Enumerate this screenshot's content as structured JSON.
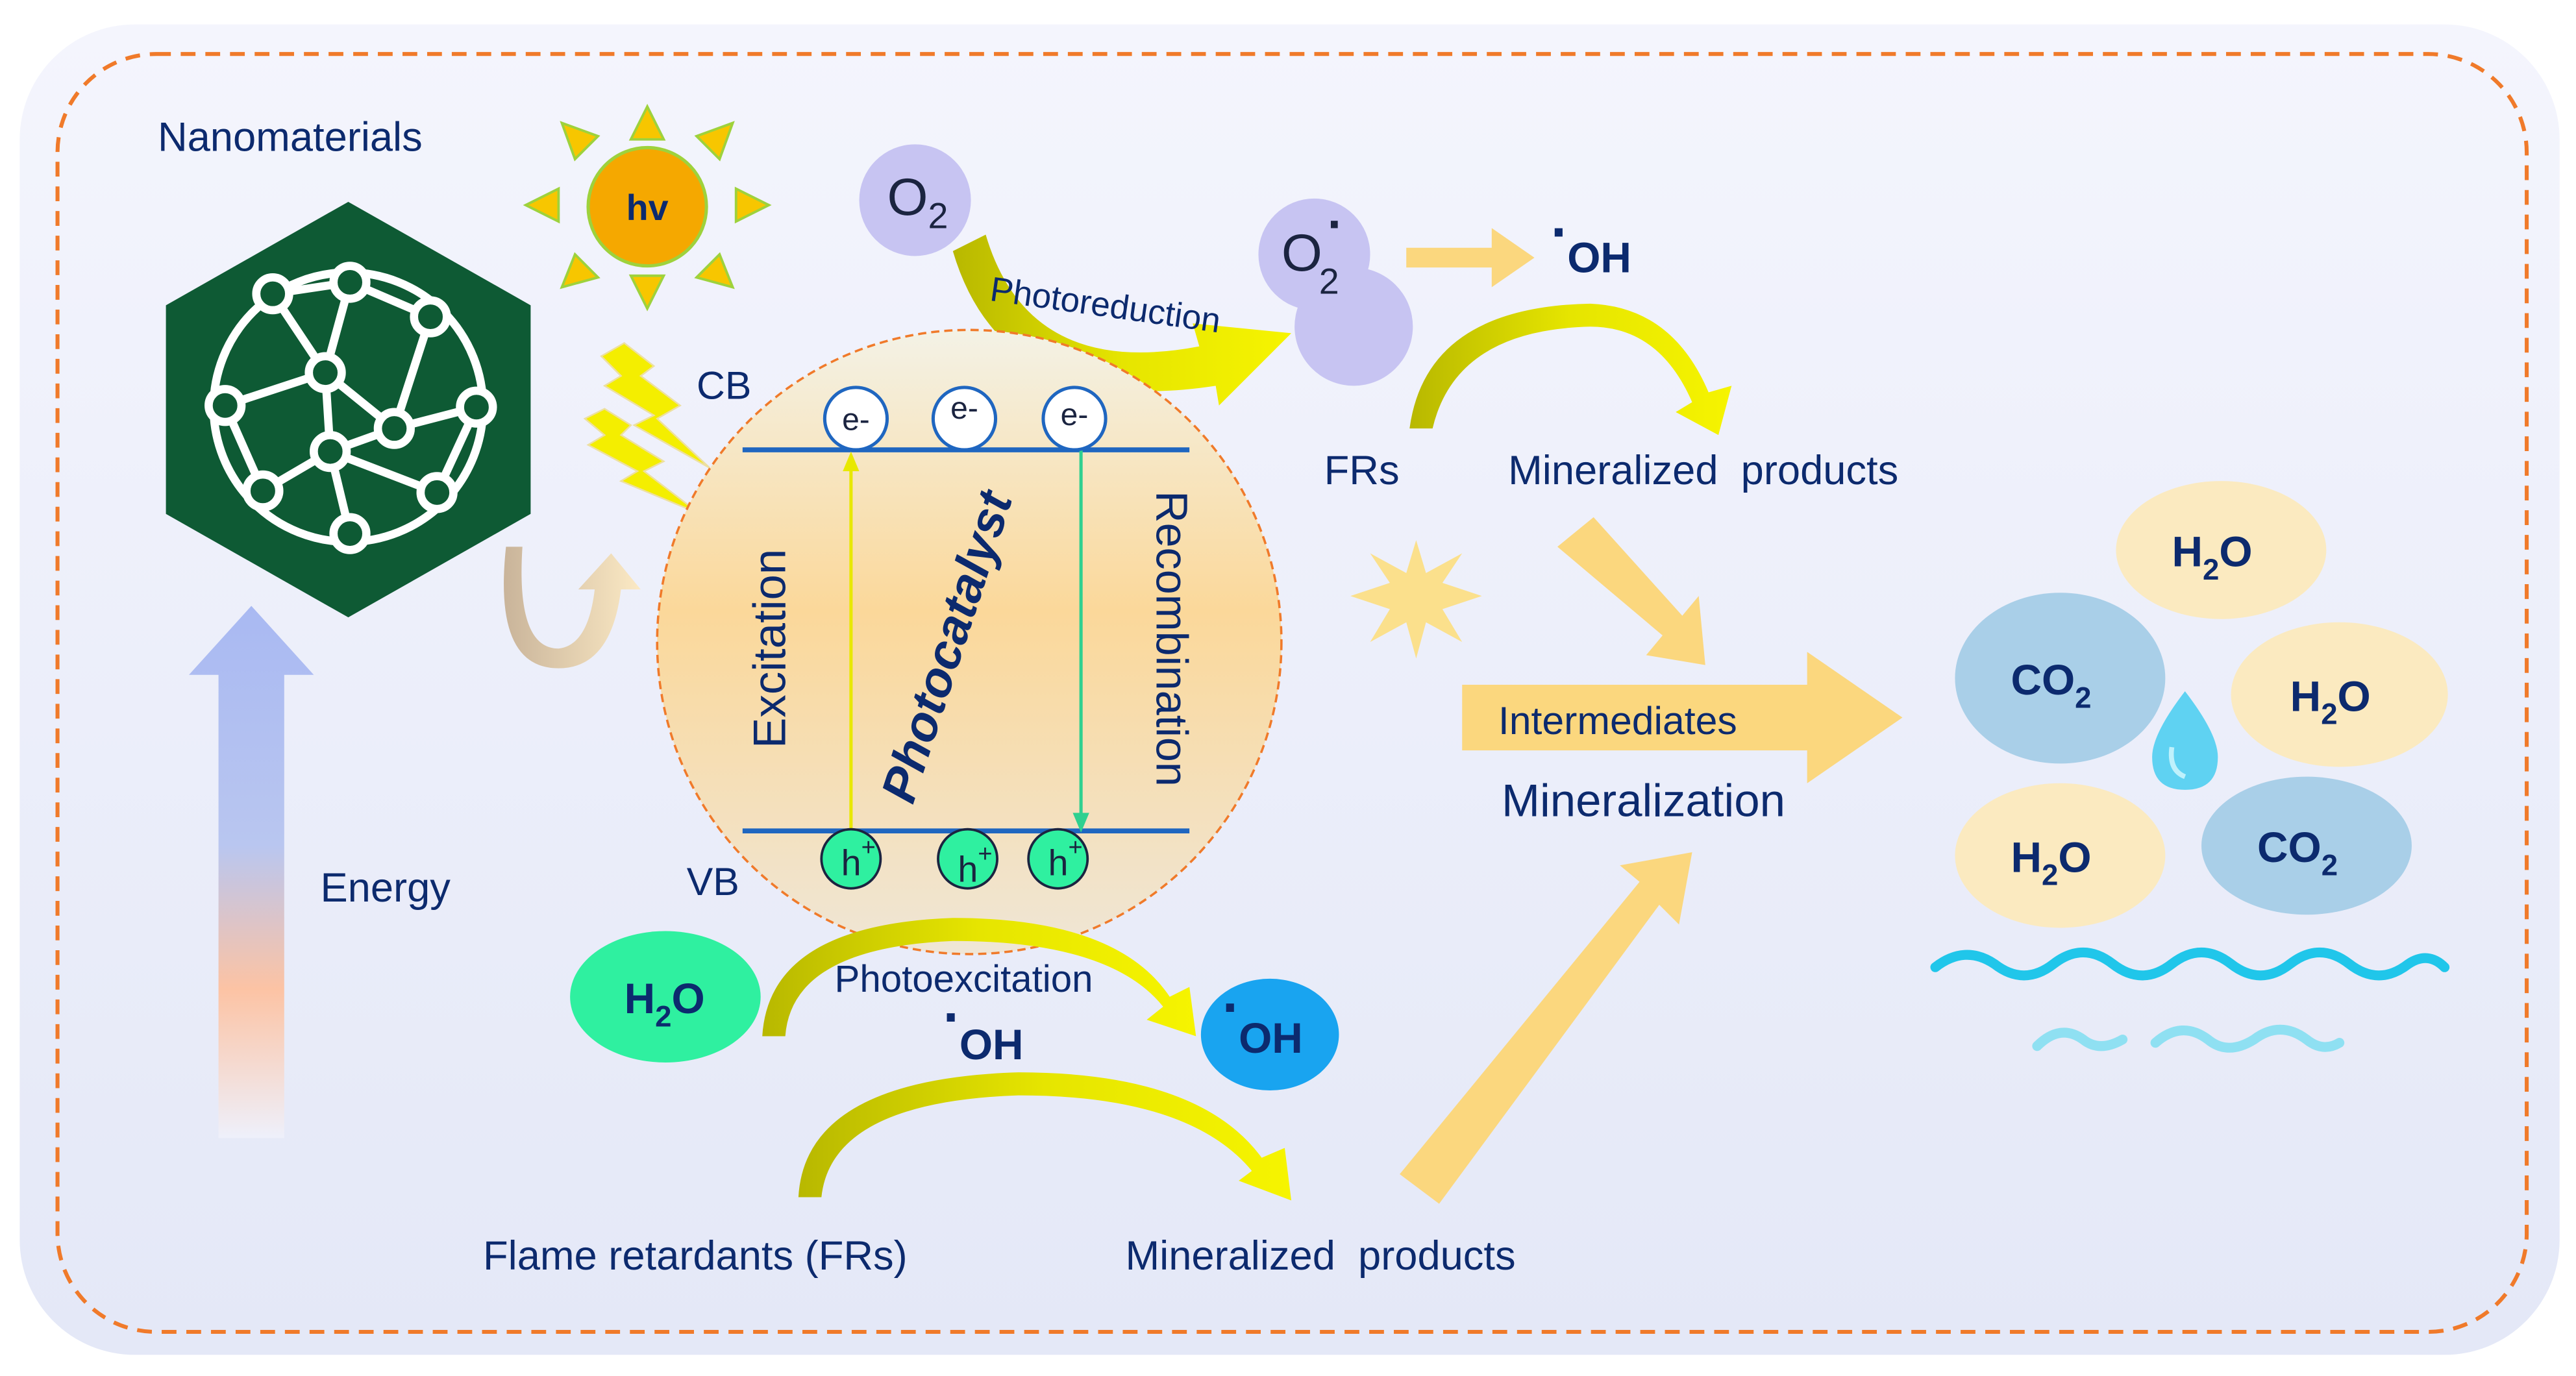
{
  "labels": {
    "nanomaterials": "Nanomaterials",
    "hv": "hv",
    "o2": "O",
    "o2_sub": "2",
    "photoreduction": "Photoreduction",
    "o2_radical": "O",
    "o2_radical_sub": "2",
    "o2_radical_dot": "·",
    "oh_top": "OH",
    "oh_top_dot": "·",
    "cb": "CB",
    "vb": "VB",
    "electron": "e-",
    "hole": "h",
    "hole_sup": "+",
    "excitation": "Excitation",
    "photocatalyst": "Photocatalyst",
    "recombination": "Recombination",
    "frs": "FRs",
    "mineralized_top": "Mineralized  products",
    "intermediates": "Intermediates",
    "mineralization": "Mineralization",
    "energy": "Energy",
    "h2o_left_h": "H",
    "h2o_left_sub": "2",
    "h2o_left_o": "O",
    "photoexcitation": "Photoexcitation",
    "oh_mid": "OH",
    "oh_mid_dot": "·",
    "oh_bubble": "OH",
    "oh_bubble_dot": "·",
    "flame_retardants": "Flame retardants (FRs)",
    "mineralized_bottom": "Mineralized  products",
    "h2o_product": "H",
    "h2o_product_sub": "2",
    "h2o_product_o": "O",
    "co2_product": "CO",
    "co2_product_sub": "2"
  },
  "colors": {
    "frame_dash": "#f07a2a",
    "background": "#eef0fb",
    "hexagon": "#0e5a34",
    "sun": "#f5a800",
    "sun_rays": "#f7c600",
    "band_line": "#1f66c0",
    "arrow_yellow": "#f3f000",
    "arrow_olive": "#c2c400",
    "wide_arrow": "#fbd77e",
    "o2_bubble": "#c7c4f2",
    "h2o_green": "#2ff0a0",
    "oh_blue": "#19a4f0",
    "co2_bubble": "#a9cfe8",
    "h2o_bubble": "#fbeac0",
    "water": "#20c6ea",
    "text_dark": "#0c2a6e"
  }
}
